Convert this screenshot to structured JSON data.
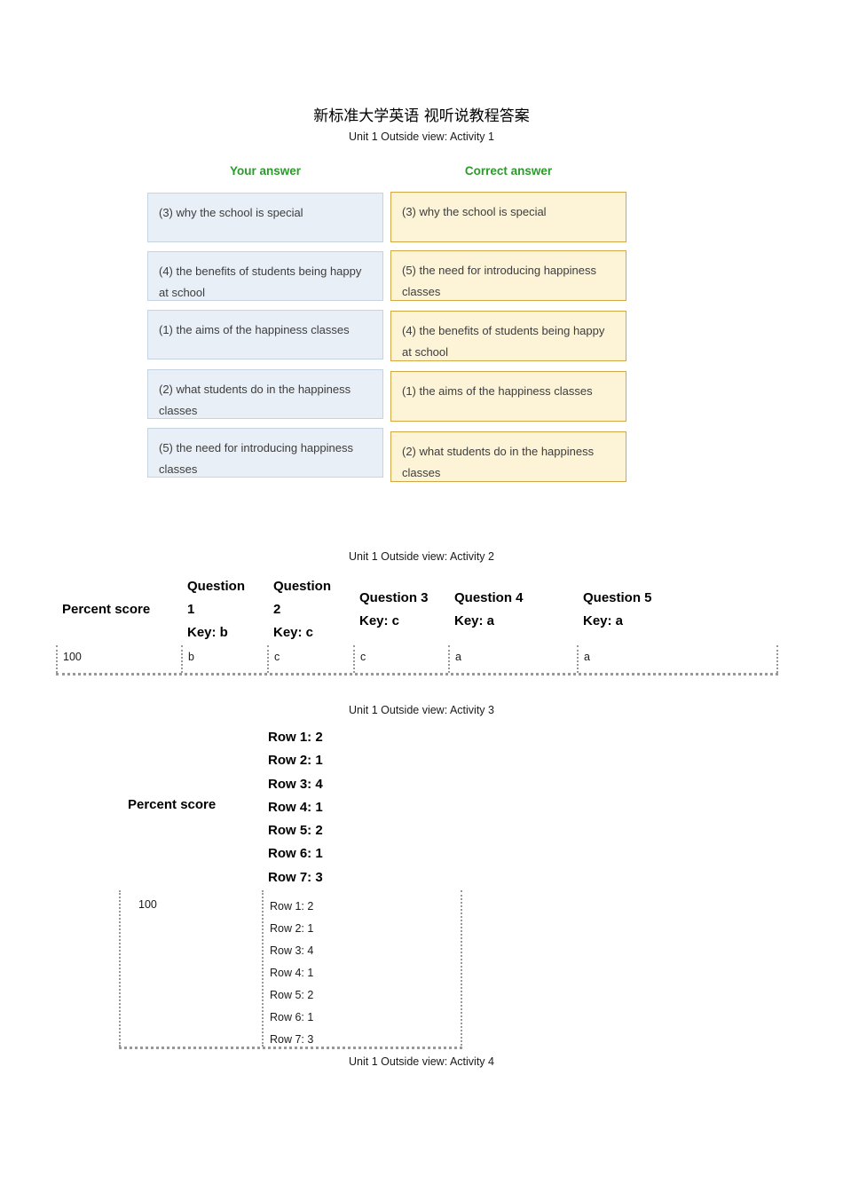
{
  "theme": {
    "header_green": "#2b9b2b",
    "your_box_bg": "#e9eff6",
    "your_box_border": "#c6d4e2",
    "correct_box_bg": "#fdf3d6",
    "correct_box_border": "#d2a847",
    "table_border": "#989898"
  },
  "page": {
    "title": "新标准大学英语 视听说教程答案"
  },
  "activity1": {
    "caption": "Unit 1 Outside view: Activity 1",
    "your_answer_header": "Your answer",
    "correct_answer_header": "Correct answer",
    "rows": [
      {
        "your": "(3) why the school is special",
        "correct": "(3) why the school is special"
      },
      {
        "your": "(4) the benefits of students being happy at school",
        "correct": "(5) the need for introducing happiness classes"
      },
      {
        "your": "(1) the aims of the happiness classes",
        "correct": "(4) the benefits of students being happy at school"
      },
      {
        "your": "(2) what students do in the happiness classes",
        "correct": "(1) the aims of the happiness classes"
      },
      {
        "your": "(5) the need for introducing happiness classes",
        "correct": "(2) what students do in the happiness classes"
      }
    ]
  },
  "activity2": {
    "caption": "Unit 1 Outside view: Activity 2",
    "columns": [
      {
        "label": "Percent score",
        "key": "",
        "value": "100"
      },
      {
        "label": "Question 1",
        "key": "Key: b",
        "value": "b"
      },
      {
        "label": "Question 2",
        "key": "Key: c",
        "value": "c"
      },
      {
        "label": "Question 3",
        "key": "Key: c",
        "value": "c"
      },
      {
        "label": "Question 4",
        "key": "Key: a",
        "value": "a"
      },
      {
        "label": "Question 5",
        "key": "Key: a",
        "value": "a"
      }
    ]
  },
  "activity3": {
    "caption": "Unit 1 Outside view: Activity 3",
    "row_label": "Percent score",
    "header_lines": [
      "Row 1: 2",
      "Row 2: 1",
      "Row 3: 4",
      "Row 4: 1",
      "Row 5: 2",
      "Row 6: 1",
      "Row 7: 3"
    ],
    "score": "100",
    "cell_lines": [
      "Row 1: 2",
      "Row 2: 1",
      "Row 3: 4",
      "Row 4: 1",
      "Row 5: 2",
      "Row 6: 1",
      "Row 7: 3"
    ]
  },
  "activity4": {
    "caption": "Unit 1 Outside view: Activity 4"
  }
}
